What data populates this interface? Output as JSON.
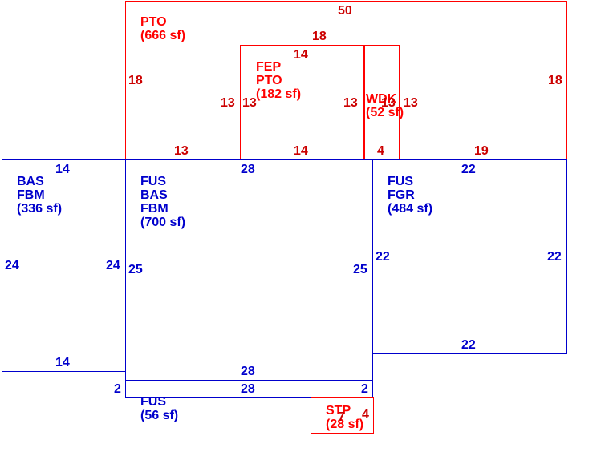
{
  "areas": {
    "pto": {
      "name": "PTO",
      "area": "(666 sf)"
    },
    "fep": {
      "line1": "FEP",
      "line2": "PTO",
      "area": "(182 sf)"
    },
    "wdk": {
      "name": "WDK",
      "area": "(52 sf)"
    },
    "bas_left": {
      "line1": "BAS",
      "line2": "FBM",
      "area": "(336 sf)"
    },
    "fus_main": {
      "line1": "FUS",
      "line2": "BAS",
      "line3": "FBM",
      "area": "(700 sf)"
    },
    "fus_fgr": {
      "line1": "FUS",
      "line2": "FGR",
      "area": "(484 sf)"
    },
    "fus_small": {
      "name": "FUS",
      "area": "(56 sf)"
    },
    "stp": {
      "name": "STP",
      "area": "(28 sf)"
    }
  },
  "dims": {
    "pto_top": "50",
    "pto_left": "18",
    "pto_right": "18",
    "pto_bottom_left": "13",
    "pto_bottom_right": "19",
    "fep_top_outer": "18",
    "fep_top_inner": "14",
    "fep_left_outer": "13",
    "fep_left_inner": "13",
    "fep_right": "13",
    "fep_bottom": "14",
    "wdk_left": "13",
    "wdk_right": "13",
    "wdk_bottom": "4",
    "fus_main_top": "28",
    "fus_main_left": "25",
    "fus_main_right": "25",
    "fus_main_bottom": "28",
    "bas_top": "14",
    "bas_left": "24",
    "bas_right": "24",
    "bas_bottom": "14",
    "fgr_top": "22",
    "fgr_left": "22",
    "fgr_right": "22",
    "fgr_bottom": "22",
    "fus_small_top": "28",
    "fus_small_left": "2",
    "fus_small_right": "2",
    "stp_top": "7",
    "stp_right": "4"
  },
  "colors": {
    "red": "#ff0000",
    "blue": "#0000cc"
  }
}
